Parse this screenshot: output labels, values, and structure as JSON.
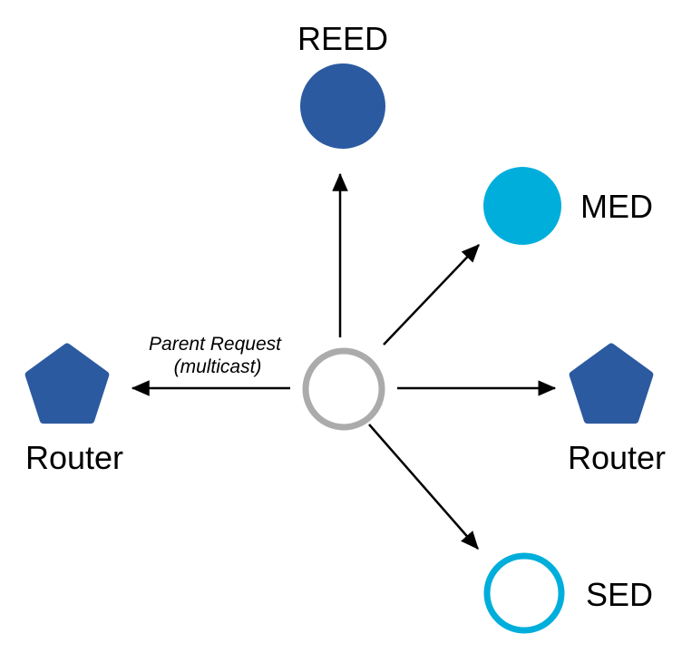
{
  "colors": {
    "background": "#ffffff",
    "dark_blue": "#2C5AA0",
    "cyan": "#00AEDB",
    "gray": "#ABABAB",
    "arrow": "#000000",
    "text": "#000000",
    "white": "#ffffff"
  },
  "nodes": {
    "reed": {
      "label": "REED"
    },
    "med": {
      "label": "MED"
    },
    "sed": {
      "label": "SED"
    },
    "router_left": {
      "label": "Router"
    },
    "router_right": {
      "label": "Router"
    },
    "joiner": {
      "label": ""
    }
  },
  "annotation": {
    "line1": "Parent Request",
    "line2": "(multicast)"
  },
  "edges": [
    {
      "from": "joiner",
      "to": "reed"
    },
    {
      "from": "joiner",
      "to": "med"
    },
    {
      "from": "joiner",
      "to": "router_right"
    },
    {
      "from": "joiner",
      "to": "router_left"
    },
    {
      "from": "joiner",
      "to": "sed"
    }
  ]
}
